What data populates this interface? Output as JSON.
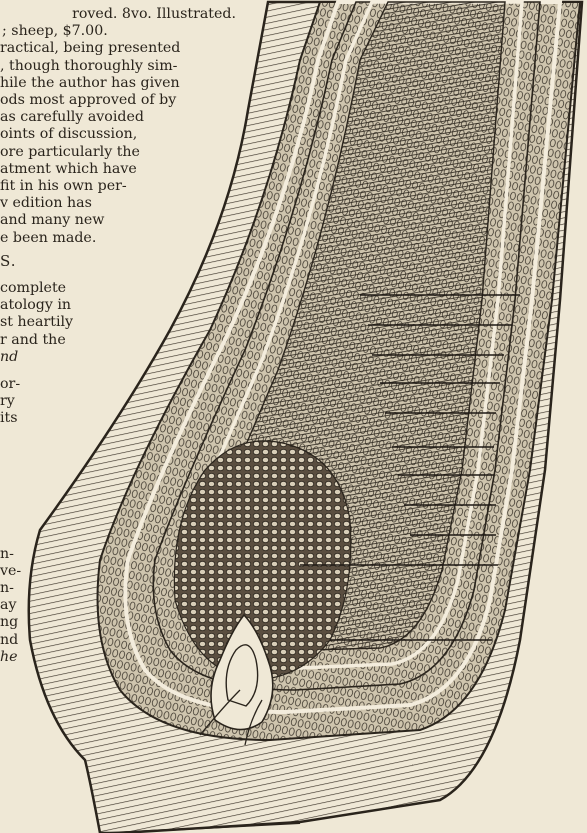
{
  "top_block": [
    "roved.  8vo.  Illustrated.",
    "; sheep, $7.00.",
    "ractical, being presented",
    ", though thoroughly sim-",
    "hile the author has given",
    "ods most approved of by",
    "as carefully avoided",
    "oints of discussion,",
    "ore particularly the",
    "atment which have",
    "fit in his own per-",
    "v edition has",
    "and many new",
    "e been made."
  ],
  "heading": "S.",
  "block2": [
    "complete",
    "atology in",
    "st heartily",
    "r and the",
    "nd"
  ],
  "block3": [
    "or-",
    "ry",
    "its"
  ],
  "block4": [
    "n-",
    "ve-",
    "n-",
    "ay",
    "ng",
    "nd",
    "he"
  ],
  "colors": {
    "paper": "#efe8d6",
    "ink": "#2a241c",
    "hatch": "#3a3228"
  },
  "figure": {
    "icon": "hair-follicle-engraving-icon"
  }
}
